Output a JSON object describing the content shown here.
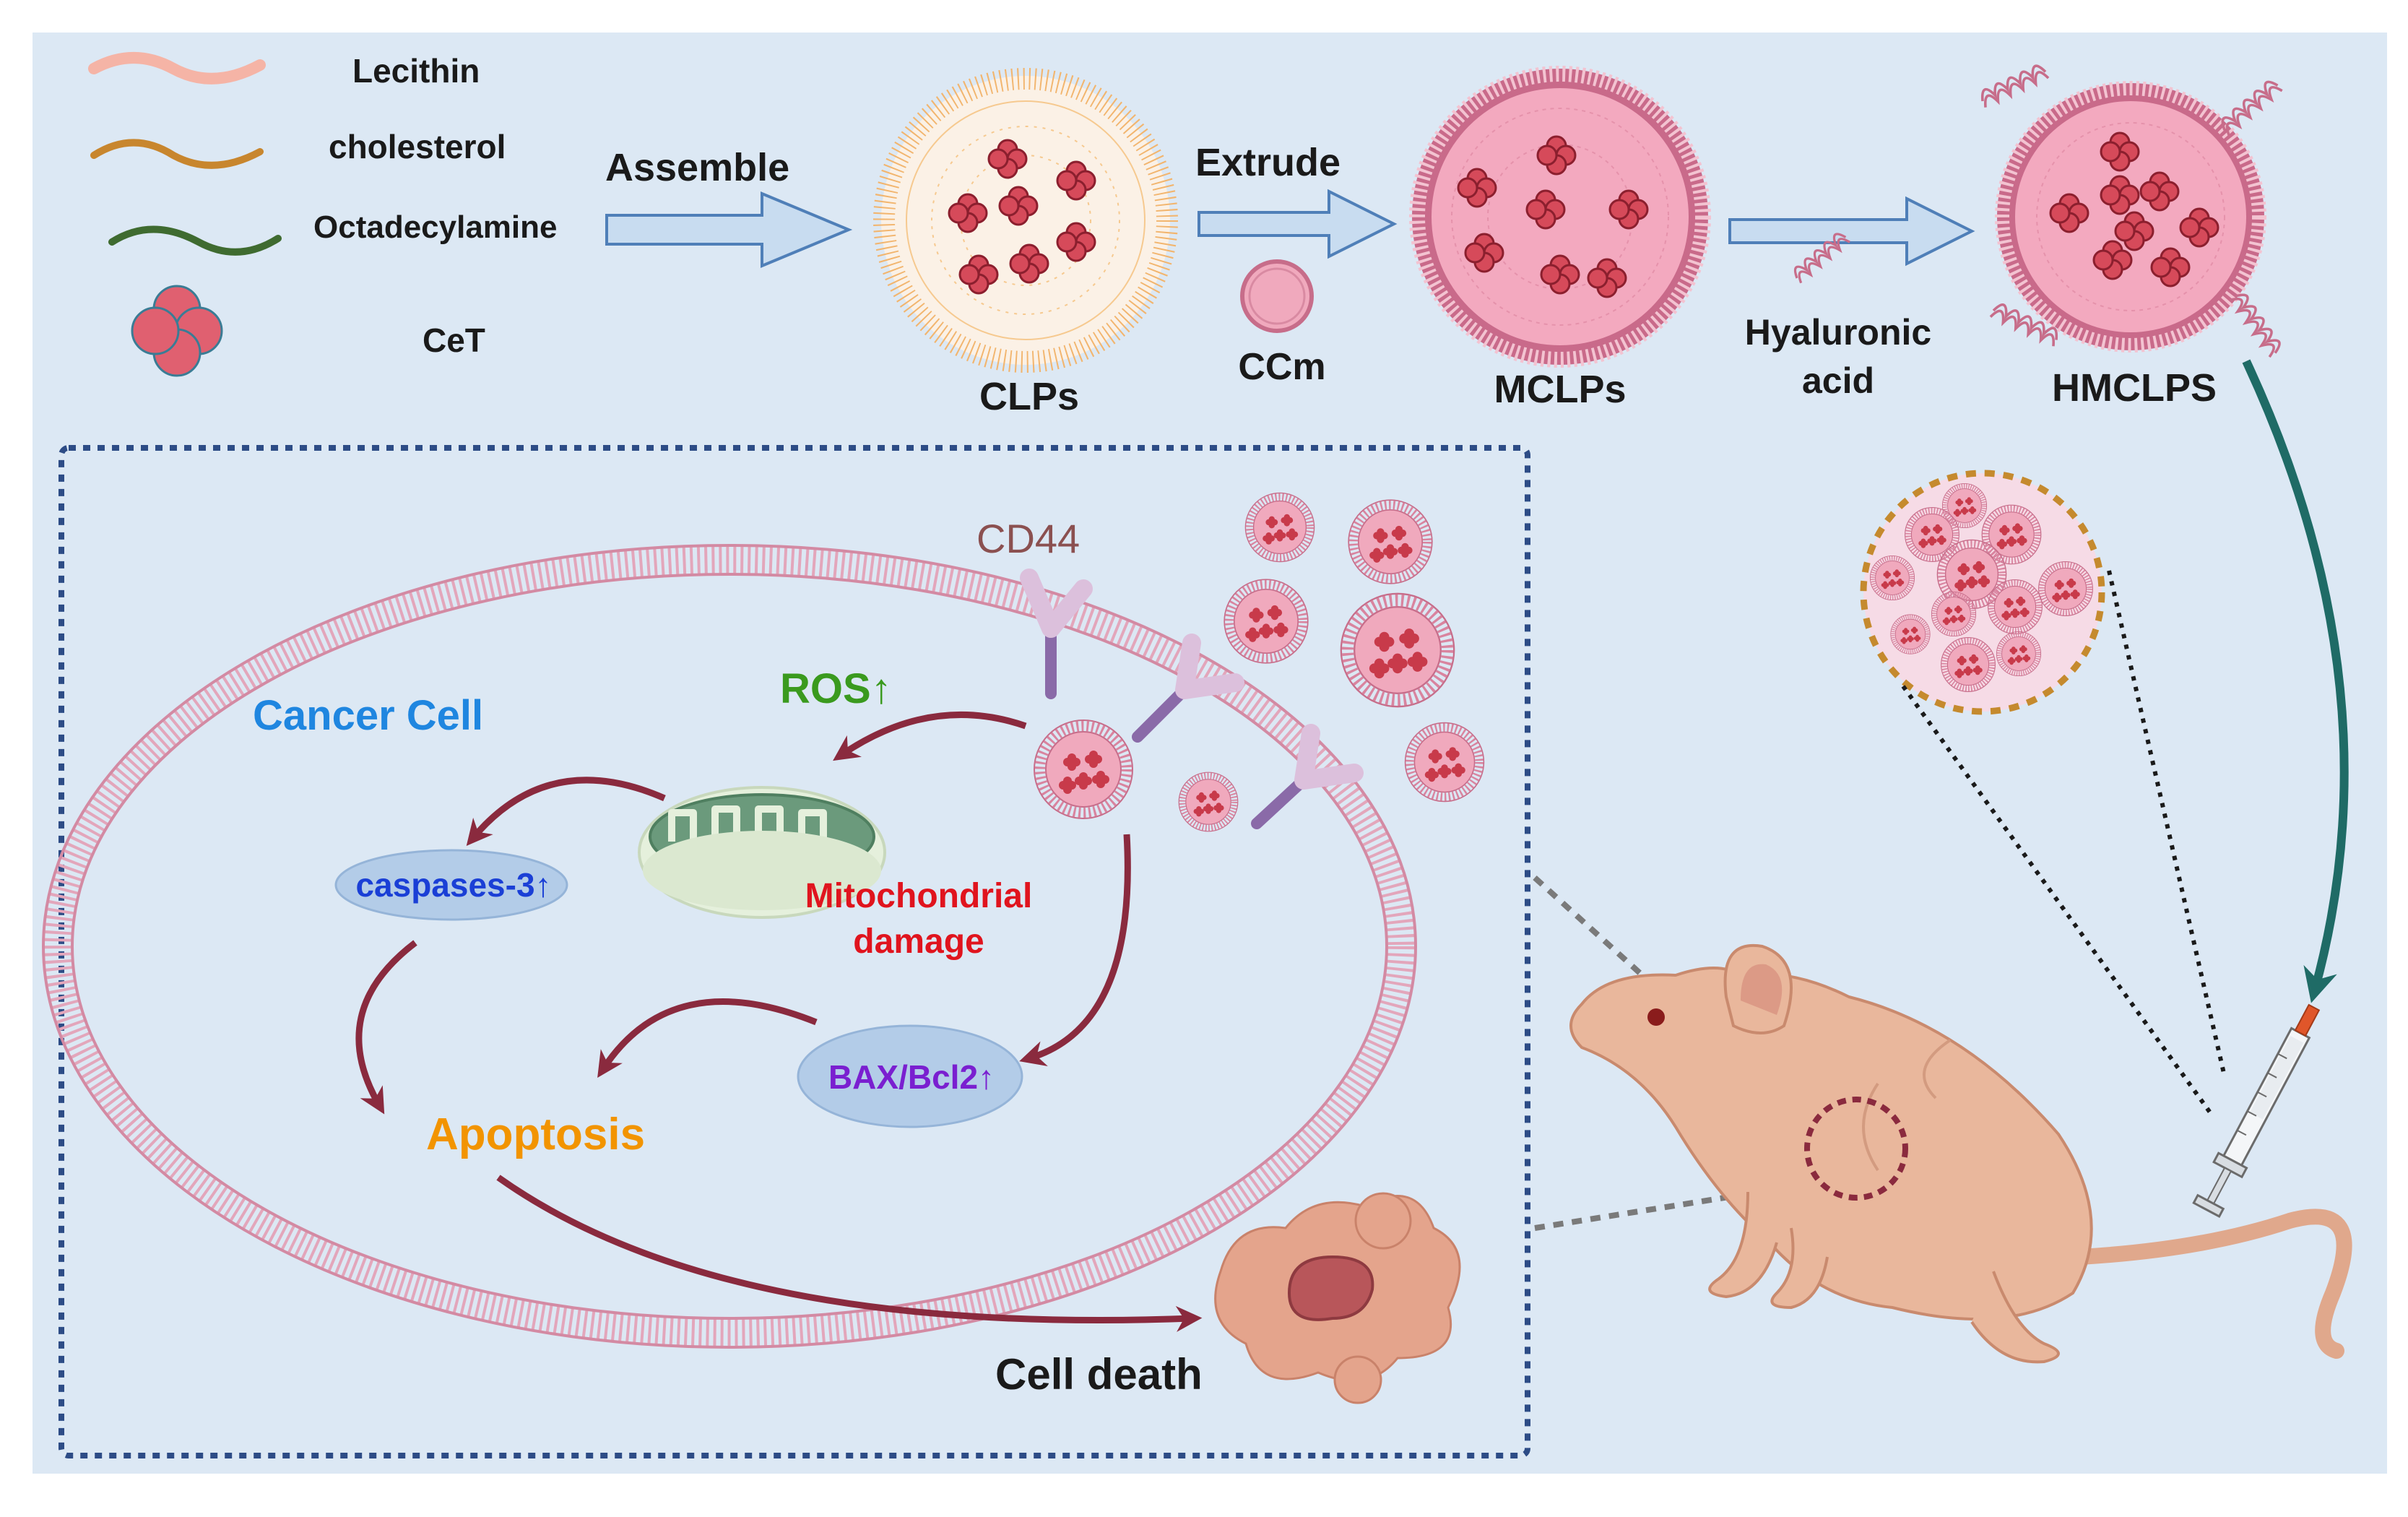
{
  "legend": {
    "lecithin": "Lecithin",
    "cholesterol": "cholesterol",
    "octadecylamine": "Octadecylamine",
    "cet": "CeT"
  },
  "steps": {
    "assemble": "Assemble",
    "extrude": "Extrude",
    "ccm": "CCm",
    "hyaluronic_1": "Hyaluronic",
    "hyaluronic_2": "acid"
  },
  "particles": {
    "clps": "CLPs",
    "mclps": "MCLPs",
    "hmclps": "HMCLPS"
  },
  "cell": {
    "cd44": "CD44",
    "cancer_cell": "Cancer Cell",
    "ros": "ROS↑",
    "caspases": "caspases-3↑",
    "mito_1": "Mitochondrial",
    "mito_2": "damage",
    "bax": "BAX/Bcl2↑",
    "apoptosis": "Apoptosis",
    "cell_death": "Cell death"
  },
  "colors": {
    "background": "#dce8f4",
    "membrane_pink": "#d9849f",
    "particle_core": "#f0a9bd",
    "cet_red": "#d64a5a",
    "arrow_maroon": "#8a2a3e",
    "arrow_teal": "#1f6b66",
    "cancer_cell_blue": "#1f86e0",
    "ros_green": "#3a9a1e",
    "caspases_blue": "#1a3fd6",
    "mito_red": "#e0141e",
    "bax_purple": "#7a1fd0",
    "apoptosis_orange": "#f29400",
    "mouse_skin": "#e9b79c"
  }
}
